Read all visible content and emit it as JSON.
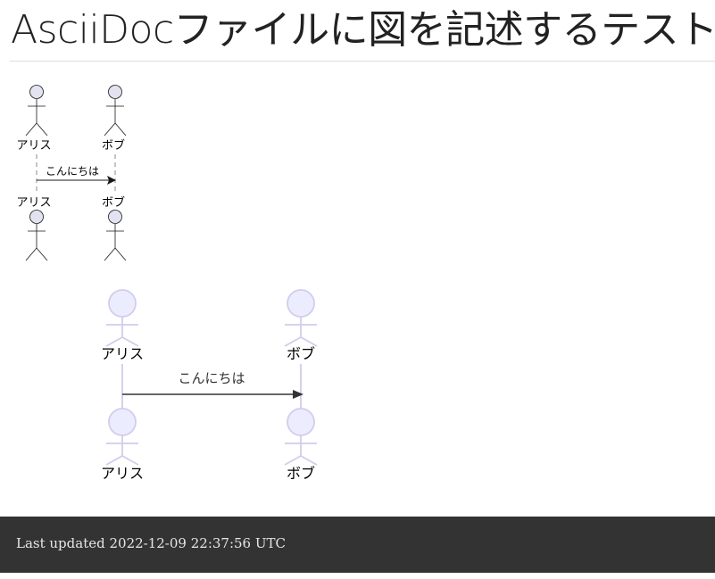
{
  "document": {
    "title": "AsciiDocファイルに図を記述するテスト"
  },
  "diagram_plantuml": {
    "participants": [
      "アリス",
      "ボブ"
    ],
    "message": {
      "from": "アリス",
      "to": "ボブ",
      "label": "こんにちは"
    }
  },
  "diagram_mermaid": {
    "participants": [
      "アリス",
      "ボブ"
    ],
    "message": {
      "from": "アリス",
      "to": "ボブ",
      "label": "こんにちは"
    }
  },
  "footer": {
    "text": "Last updated 2022-12-09 22:37:56 UTC"
  }
}
